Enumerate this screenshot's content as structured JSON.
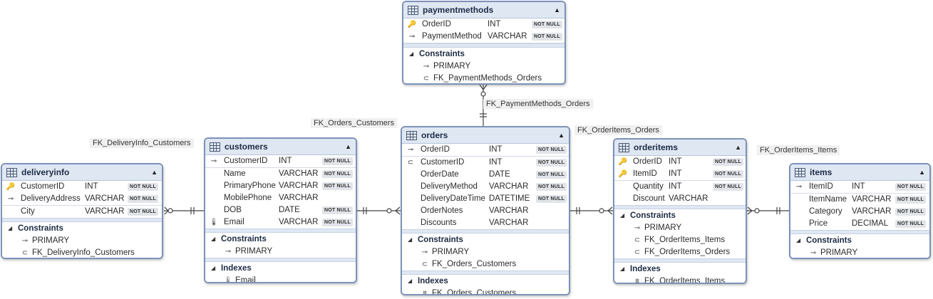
{
  "tables": {
    "paymentmethods": {
      "title": "paymentmethods",
      "columns": [
        {
          "name": "OrderID",
          "type": "INT",
          "nn": "NOT NULL"
        },
        {
          "name": "PaymentMethod",
          "type": "VARCHAR",
          "nn": "NOT NULL"
        }
      ],
      "constraints_label": "Constraints",
      "constraints": [
        "PRIMARY",
        "FK_PaymentMethods_Orders"
      ]
    },
    "deliveryinfo": {
      "title": "deliveryinfo",
      "columns": [
        {
          "name": "CustomerID",
          "type": "INT",
          "nn": "NOT NULL"
        },
        {
          "name": "DeliveryAddress",
          "type": "VARCHAR",
          "nn": "NOT NULL"
        },
        {
          "name": "City",
          "type": "VARCHAR",
          "nn": "NOT NULL"
        }
      ],
      "constraints_label": "Constraints",
      "constraints": [
        "PRIMARY",
        "FK_DeliveryInfo_Customers"
      ]
    },
    "customers": {
      "title": "customers",
      "columns": [
        {
          "name": "CustomerID",
          "type": "INT",
          "nn": "NOT NULL"
        },
        {
          "name": "Name",
          "type": "VARCHAR",
          "nn": "NOT NULL"
        },
        {
          "name": "PrimaryPhone",
          "type": "VARCHAR",
          "nn": "NOT NULL"
        },
        {
          "name": "MobilePhone",
          "type": "VARCHAR",
          "nn": ""
        },
        {
          "name": "DOB",
          "type": "DATE",
          "nn": "NOT NULL"
        },
        {
          "name": "Email",
          "type": "VARCHAR",
          "nn": "NOT NULL"
        }
      ],
      "constraints_label": "Constraints",
      "constraints": [
        "PRIMARY"
      ],
      "indexes_label": "Indexes",
      "indexes": [
        "Email"
      ]
    },
    "orders": {
      "title": "orders",
      "columns": [
        {
          "name": "OrderID",
          "type": "INT",
          "nn": "NOT NULL"
        },
        {
          "name": "CustomerID",
          "type": "INT",
          "nn": "NOT NULL"
        },
        {
          "name": "OrderDate",
          "type": "DATE",
          "nn": "NOT NULL"
        },
        {
          "name": "DeliveryMethod",
          "type": "VARCHAR",
          "nn": "NOT NULL"
        },
        {
          "name": "DeliveryDateTime",
          "type": "DATETIME",
          "nn": "NOT NULL"
        },
        {
          "name": "OrderNotes",
          "type": "VARCHAR",
          "nn": ""
        },
        {
          "name": "Discounts",
          "type": "VARCHAR",
          "nn": ""
        }
      ],
      "constraints_label": "Constraints",
      "constraints": [
        "PRIMARY",
        "FK_Orders_Customers"
      ],
      "indexes_label": "Indexes",
      "indexes": [
        "FK_Orders_Customers"
      ]
    },
    "orderitems": {
      "title": "orderitems",
      "columns": [
        {
          "name": "OrderID",
          "type": "INT",
          "nn": "NOT NULL"
        },
        {
          "name": "ItemID",
          "type": "INT",
          "nn": "NOT NULL"
        },
        {
          "name": "Quantity",
          "type": "INT",
          "nn": "NOT NULL"
        },
        {
          "name": "Discount",
          "type": "VARCHAR",
          "nn": ""
        }
      ],
      "constraints_label": "Constraints",
      "constraints": [
        "PRIMARY",
        "FK_OrderItems_Items",
        "FK_OrderItems_Orders"
      ],
      "indexes_label": "Indexes",
      "indexes": [
        "FK_OrderItems_Items"
      ]
    },
    "items": {
      "title": "items",
      "columns": [
        {
          "name": "ItemID",
          "type": "INT",
          "nn": "NOT NULL"
        },
        {
          "name": "ItemName",
          "type": "VARCHAR",
          "nn": "NOT NULL"
        },
        {
          "name": "Category",
          "type": "VARCHAR",
          "nn": "NOT NULL"
        },
        {
          "name": "Price",
          "type": "DECIMAL",
          "nn": "NOT NULL"
        }
      ],
      "constraints_label": "Constraints",
      "constraints": [
        "PRIMARY"
      ]
    }
  },
  "relationships": {
    "payment_orders": "FK_PaymentMethods_Orders",
    "orders_customers": "FK_Orders_Customers",
    "delivery_customers": "FK_DeliveryInfo_Customers",
    "orderitems_orders": "FK_OrderItems_Orders",
    "orderitems_items": "FK_OrderItems_Items"
  },
  "colors": {
    "table_border": "#7c92b8",
    "header_bg": "#dfe7f3",
    "line": "#444444",
    "label_bg": "#f0f0f0"
  }
}
